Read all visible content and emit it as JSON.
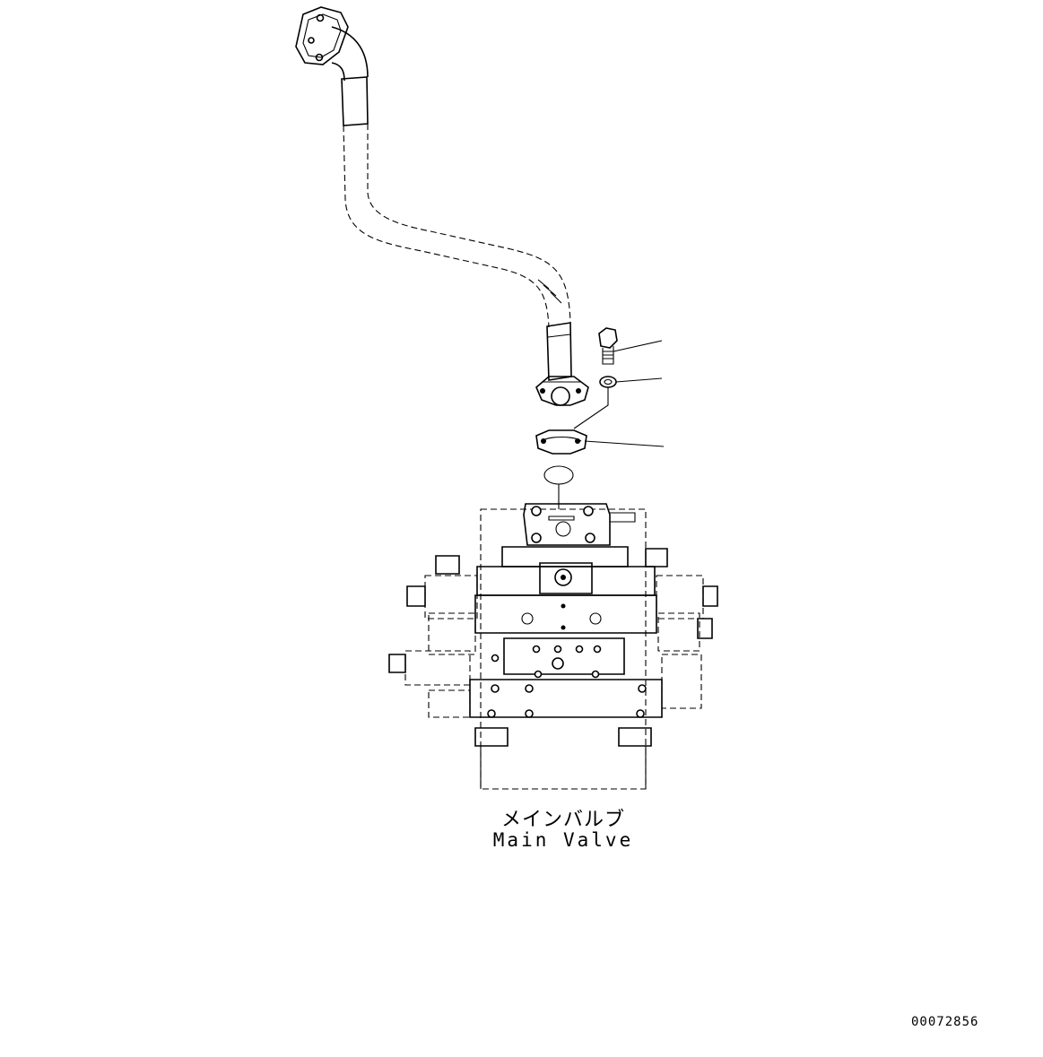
{
  "diagram": {
    "component_label_jp": "メインバルブ",
    "component_label_en": "Main Valve",
    "drawing_number": "00072856"
  }
}
